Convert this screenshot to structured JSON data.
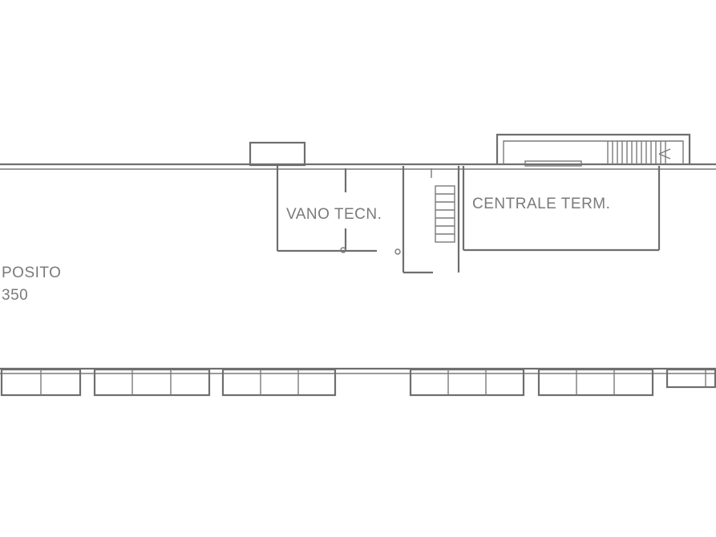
{
  "plan": {
    "labels": {
      "vano_tecnico": "VANO TECN.",
      "centrale_termica": "CENTRALE TERM.",
      "deposito": "POSITO",
      "area": "350"
    }
  }
}
